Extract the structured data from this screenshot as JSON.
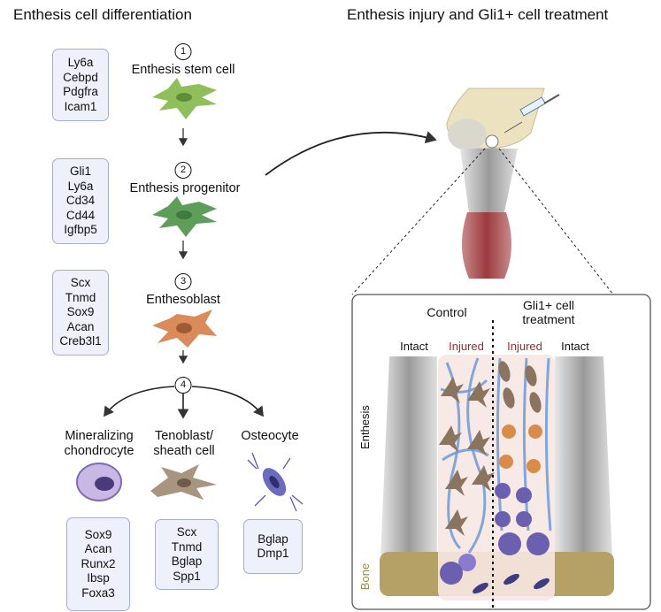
{
  "left_title": "Enthesis cell differentiation",
  "right_title": "Enthesis injury and Gli1+ cell treatment",
  "stages": [
    {
      "number": "1",
      "name": "Enthesis stem cell",
      "markers": [
        "Ly6a",
        "Cebpd",
        "Pdgfra",
        "Icam1"
      ],
      "cell_color": "#8fbf5a"
    },
    {
      "number": "2",
      "name": "Enthesis progenitor",
      "markers": [
        "Gli1",
        "Ly6a",
        "Cd34",
        "Cd44",
        "Igfbp5"
      ],
      "cell_color": "#5f9e5a"
    },
    {
      "number": "3",
      "name": "Enthesoblast",
      "markers": [
        "Scx",
        "Tnmd",
        "Sox9",
        "Acan",
        "Creb3l1"
      ],
      "cell_color": "#d98b5a"
    },
    {
      "number": "4"
    }
  ],
  "fates": [
    {
      "name": "Mineralizing chondrocyte",
      "markers": [
        "Sox9",
        "Acan",
        "Runx2",
        "Ibsp",
        "Foxa3"
      ]
    },
    {
      "name": "Tenoblast/ sheath cell",
      "markers": [
        "Scx",
        "Tnmd",
        "Bglap",
        "Spp1"
      ]
    },
    {
      "name": "Osteocyte",
      "markers": [
        "Bglap",
        "Dmp1"
      ]
    }
  ],
  "panel": {
    "control": "Control",
    "treatment": "Gli1+ cell treatment",
    "intact": "Intact",
    "injured": "Injured",
    "enthesis": "Enthesis",
    "bone": "Bone",
    "injured_color": "#9b2b2b",
    "bone_color": "#a08848"
  }
}
